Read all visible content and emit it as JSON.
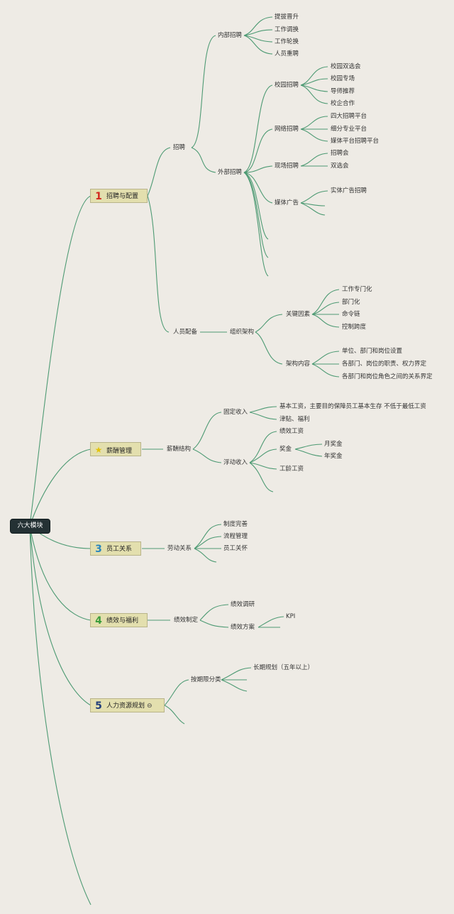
{
  "root": {
    "label": "六大模块"
  },
  "modules": [
    {
      "number": "1",
      "number_color": "#d2281e",
      "label": "招聘与配置"
    },
    {
      "number": "",
      "icon": "star-icon",
      "label": "薪酬管理"
    },
    {
      "number": "3",
      "number_color": "#2a86bd",
      "label": "员工关系"
    },
    {
      "number": "4",
      "number_color": "#3c9d3c",
      "label": "绩效与福利"
    },
    {
      "number": "5",
      "number_color": "#223f7a",
      "label": "人力资源规划",
      "icon": "link-icon"
    }
  ],
  "recruit": {
    "label": "招聘",
    "internal": {
      "label": "内部招聘",
      "items": [
        "提拔晋升",
        "工作调换",
        "工作轮换",
        "人员重聘"
      ]
    },
    "external": {
      "label": "外部招聘",
      "campus": {
        "label": "校园招聘",
        "items": [
          "校园双选会",
          "校园专场",
          "导师推荐",
          "校企合作"
        ]
      },
      "online": {
        "label": "网络招聘",
        "items": [
          "四大招聘平台",
          "细分专业平台",
          "媒体平台招聘平台"
        ]
      },
      "onsite": {
        "label": "现场招聘",
        "items": [
          "招聘会",
          "双选会"
        ]
      },
      "media": {
        "label": "媒体广告",
        "items": [
          "实体广告招聘"
        ]
      }
    }
  },
  "staffing": {
    "label": "人员配备",
    "org": {
      "label": "组织架构",
      "key_factors": {
        "label": "关键因素",
        "items": [
          "工作专门化",
          "部门化",
          "命令链",
          "控制跨度"
        ]
      },
      "content": {
        "label": "架构内容",
        "items": [
          "单位、部门和岗位设置",
          "各部门、岗位的职责、权力界定",
          "各部门和岗位角色之间的关系界定"
        ]
      }
    }
  },
  "salary": {
    "label": "薪酬结构",
    "fixed": {
      "label": "固定收入",
      "items": [
        "基本工资，主要目的保障员工基本生存 不低于最低工资",
        "津贴、福利"
      ]
    },
    "float": {
      "label": "浮动收入",
      "performance_pay": "绩效工资",
      "bonus": {
        "label": "奖金",
        "items": [
          "月奖金",
          "年奖金"
        ]
      },
      "seniority_pay": "工龄工资"
    }
  },
  "relations": {
    "label": "劳动关系",
    "items": [
      "制度完善",
      "流程管理",
      "员工关怀"
    ]
  },
  "performance": {
    "label": "绩效制定",
    "research": "绩效调研",
    "plan": {
      "label": "绩效方案",
      "items": [
        "KPI"
      ]
    }
  },
  "planning": {
    "label": "按期限分类",
    "items": [
      "长期规划（五年以上）"
    ]
  },
  "colors": {
    "line": "#4d9a73",
    "background": "#eeebe5",
    "root": "#243134",
    "module": "#e3dfae"
  }
}
